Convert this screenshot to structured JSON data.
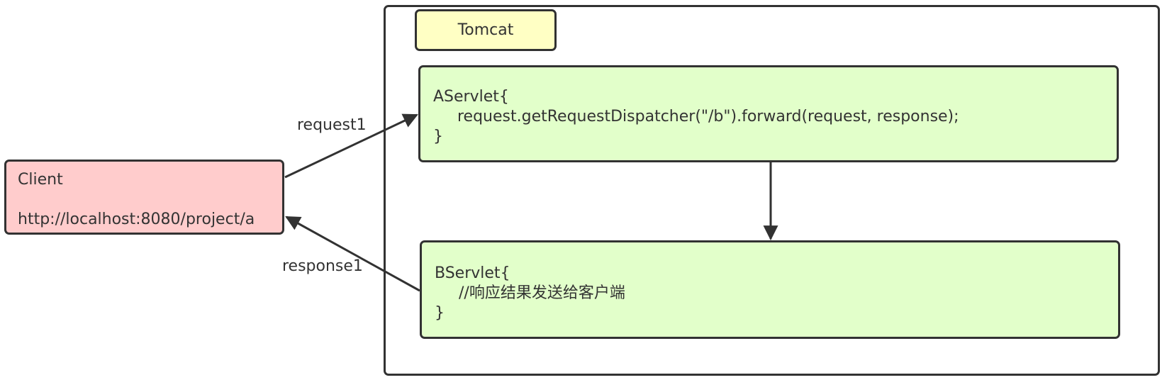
{
  "tomcat": {
    "label": "Tomcat"
  },
  "client": {
    "title": "Client",
    "url": "http://localhost:8080/project/a"
  },
  "aservlet": {
    "line1": "AServlet{",
    "line2": "request.getRequestDispatcher(\"/b\").forward(request, response);",
    "line3": "}"
  },
  "bservlet": {
    "line1": "BServlet{",
    "line2": "//响应结果发送给客户端",
    "line3": "}"
  },
  "edges": {
    "request_label": "request1",
    "response_label": "response1"
  },
  "colors": {
    "client_fill": "#ffcccc",
    "tomcat_fill": "#ffffc4",
    "servlet_fill": "#e2ffca",
    "stroke": "#323232"
  }
}
